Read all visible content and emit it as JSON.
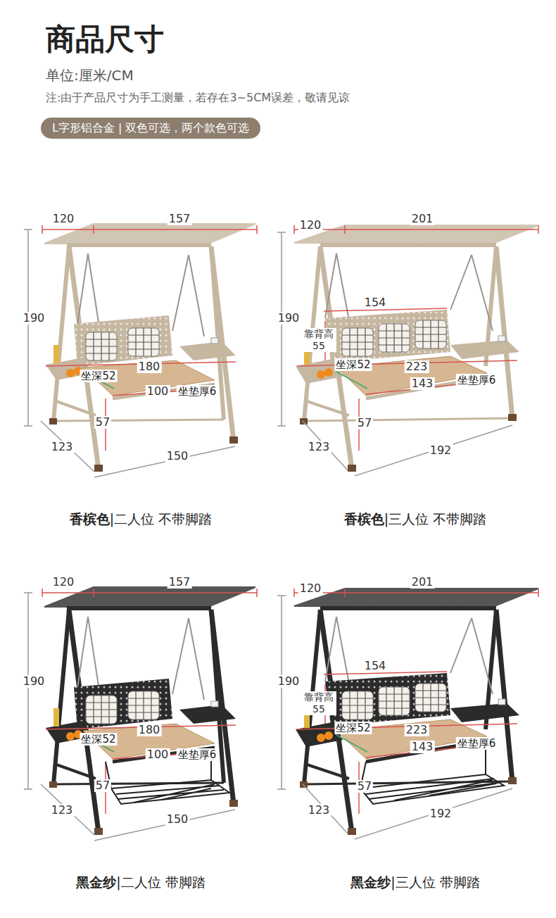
{
  "diagram": {
    "title": "商品尺寸",
    "nodes": [
      {
        "text": [
          "L字形铝合金 | 双色可选，两个款色可选"
        ]
      }
    ],
    "labels": [
      "单位:厘米/CM",
      "注:由于产品尺寸为手工测量，若存在3~5CM误差，敬请见谅",
      "120",
      "157",
      "190",
      "180",
      "坐深52",
      "100",
      "坐垫厚6",
      "57",
      "123",
      "150",
      "香槟色",
      "|二人位 不带脚踏",
      "120",
      "201",
      "154",
      "190",
      "靠背高 55",
      "坐深52",
      "223",
      "143",
      "坐垫厚6",
      "57",
      "123",
      "192",
      "香槟色",
      "|三人位 不带脚踏",
      "120",
      "157",
      "190",
      "180",
      "坐深52",
      "100",
      "坐垫厚6",
      "57",
      "123",
      "150",
      "黑金纱",
      "|二人位 带脚踏",
      "120",
      "201",
      "154",
      "190",
      "靠背高 55",
      "坐深52",
      "223",
      "143",
      "坐垫厚6",
      "57",
      "123",
      "192",
      "黑金纱",
      "|三人位 带脚踏"
    ]
  }
}
